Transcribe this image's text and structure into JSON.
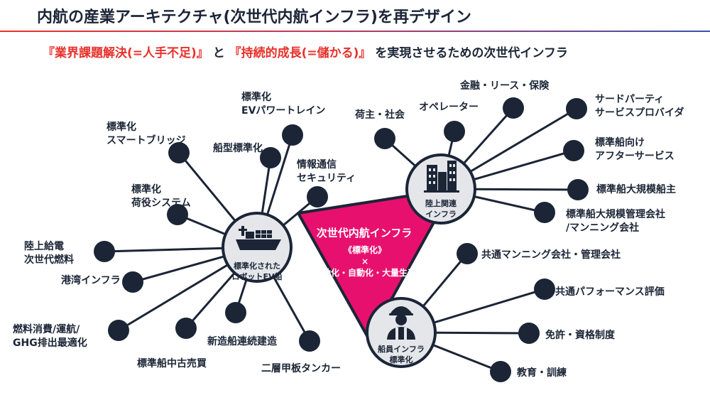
{
  "header": {
    "title": "内航の産業アーキテクチャ(次世代内航インフラ)を再デザイン",
    "subtitle_q1": "『業界課題解決(=人手不足)』",
    "subtitle_and": "と",
    "subtitle_q2": "『持続的成長(=儲かる)』",
    "subtitle_rest": "を実現させるための次世代インフラ"
  },
  "center": {
    "title": "次世代内航インフラ",
    "line1": "《標準化》",
    "line2": "×",
    "line3": "電動化・自動化・大量生産",
    "color": "#e8106e"
  },
  "hubs": {
    "ship": {
      "line1": "標準化された",
      "line2": "ロボットEV船",
      "icon": "ship-icon"
    },
    "land": {
      "line1": "陸上関連",
      "line2": "インフラ",
      "icon": "buildings-icon"
    },
    "crew": {
      "line1": "船員インフラ",
      "line2": "標準化",
      "icon": "worker-icon"
    }
  },
  "nodes": {
    "ship": [
      {
        "line1": "標準化",
        "line2": "EVパワートレイン"
      },
      {
        "line1": "船型標準化"
      },
      {
        "line1": "標準化",
        "line2": "スマートブリッジ"
      },
      {
        "line1": "情報通信",
        "line2": "セキュリティ"
      },
      {
        "line1": "標準化",
        "line2": "荷役システム"
      },
      {
        "line1": "陸上給電",
        "line2": "次世代燃料"
      },
      {
        "line1": "港湾インフラ"
      },
      {
        "line1": "燃料消費/運航/",
        "line2": "GHG排出最適化"
      },
      {
        "line1": "標準船中古売買"
      },
      {
        "line1": "新造船連続建造"
      },
      {
        "line1": "二層甲板タンカー"
      }
    ],
    "land": [
      {
        "line1": "荷主・社会"
      },
      {
        "line1": "オペレーター"
      },
      {
        "line1": "金融・リース・保険"
      },
      {
        "line1": "サードパーティ",
        "line2": "サービスプロバイダ"
      },
      {
        "line1": "標準船向け",
        "line2": "アフターサービス"
      },
      {
        "line1": "標準船大規模船主"
      },
      {
        "line1": "標準船大規模管理会社",
        "line2": "/マンニング会社"
      }
    ],
    "crew": [
      {
        "line1": "共通マンニング会社・管理会社"
      },
      {
        "line1": "共通パフォーマンス評価"
      },
      {
        "line1": "免許・資格制度"
      },
      {
        "line1": "教育・訓練"
      }
    ]
  },
  "colors": {
    "node": "#1b2536",
    "hub_fill": "#e4e6ea",
    "accent_red": "#e8302a",
    "magenta": "#e8106e"
  }
}
